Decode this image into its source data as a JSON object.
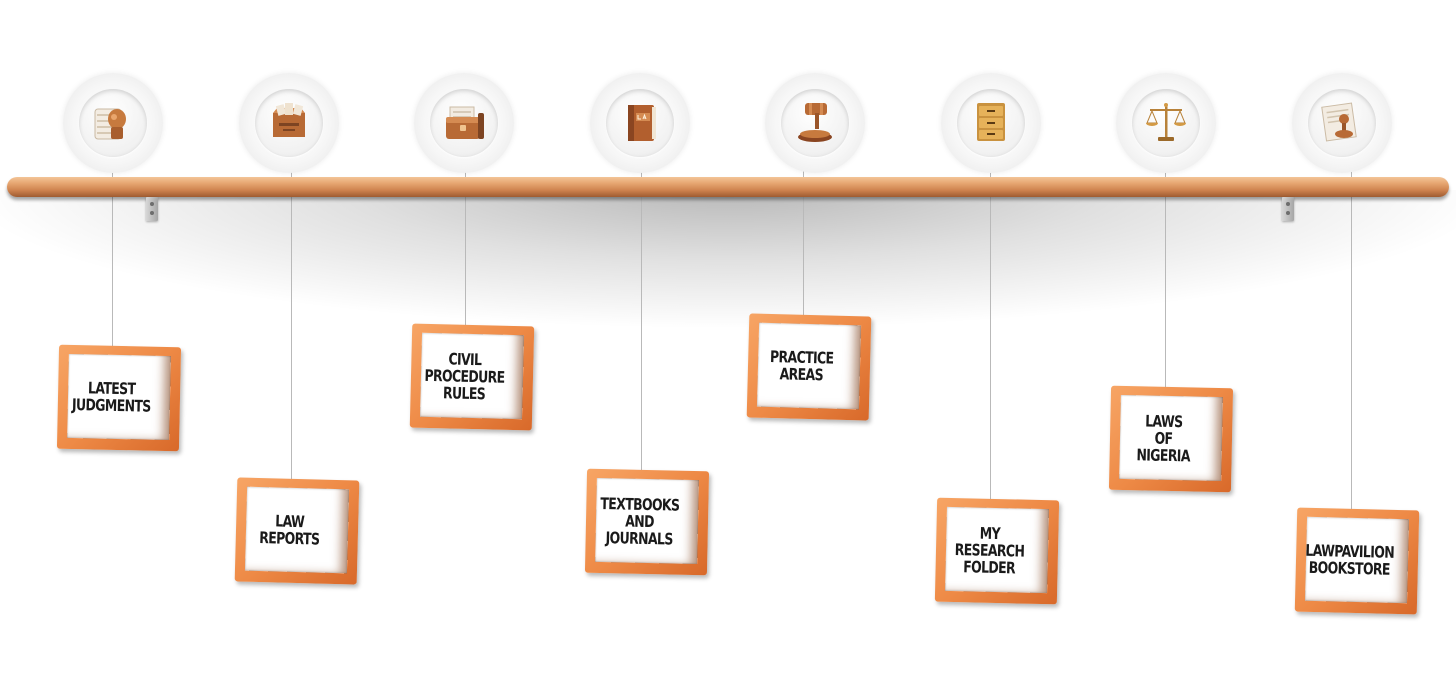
{
  "menu": {
    "items": [
      {
        "id": "latest-judgments",
        "label": "LATEST\nJUDGMENTS",
        "icon": "judge-wig-icon"
      },
      {
        "id": "law-reports",
        "label": "LAW\nREPORTS",
        "icon": "documents-box-icon"
      },
      {
        "id": "civil-procedure-rules",
        "label": "CIVIL\nPROCEDURE\nRULES",
        "icon": "briefcase-papers-icon"
      },
      {
        "id": "textbooks-and-journals",
        "label": "TEXTBOOKS\nAND\nJOURNALS",
        "icon": "law-book-icon"
      },
      {
        "id": "practice-areas",
        "label": "PRACTICE\nAREAS",
        "icon": "gavel-icon"
      },
      {
        "id": "my-research-folder",
        "label": "MY\nRESEARCH\nFOLDER",
        "icon": "filing-cabinet-icon"
      },
      {
        "id": "laws-of-nigeria",
        "label": "LAWS\nOF\nNIGERIA",
        "icon": "scales-of-justice-icon"
      },
      {
        "id": "lawpavilion-bookstore",
        "label": "LAWPAVILION\nBOOKSTORE",
        "icon": "stamp-icon"
      }
    ]
  },
  "colors": {
    "frame_orange": "#ee8a46",
    "shelf_wood": "#e0a06c",
    "icon_bronze": "#b86a35",
    "label_text": "#1a1a1a"
  }
}
